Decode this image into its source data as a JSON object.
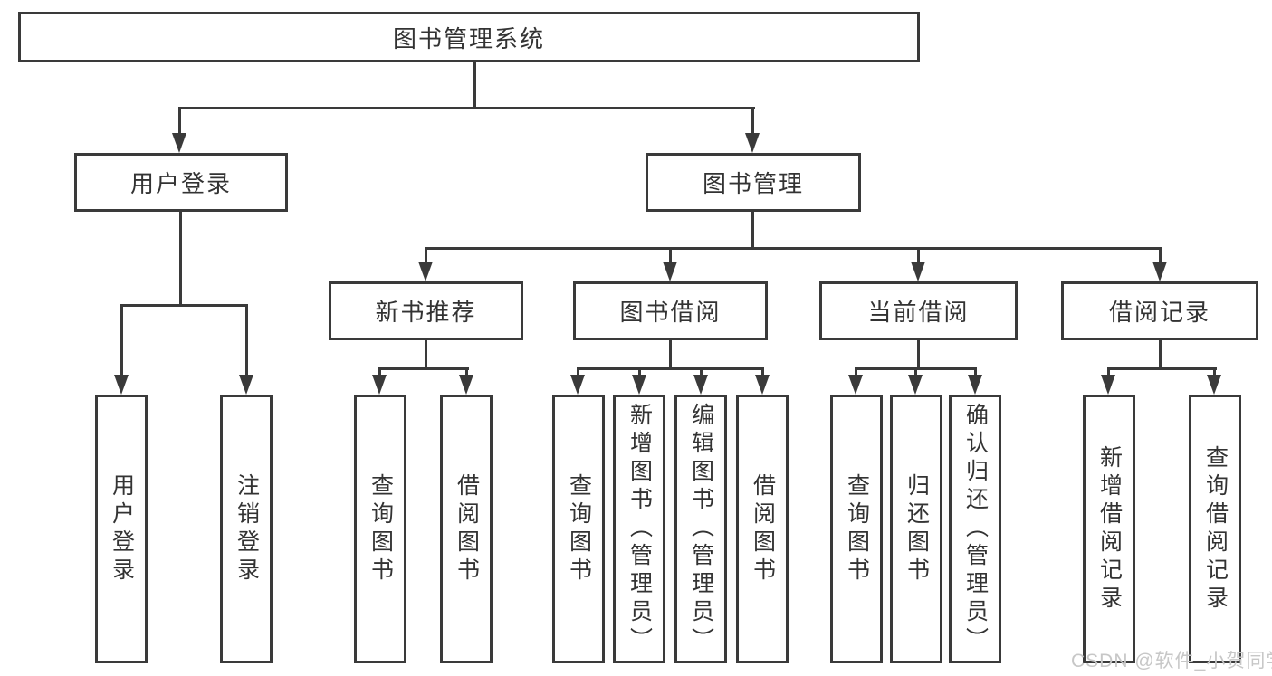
{
  "colors": {
    "line": "#3a3a3a",
    "text": "#333333",
    "watermark": "#c7c7c7",
    "background": "#ffffff"
  },
  "watermark": "CSDN @软件_小贺同学",
  "tree": {
    "label": "图书管理系统",
    "children": [
      {
        "label": "用户登录",
        "children": [
          {
            "label": "用户登录"
          },
          {
            "label": "注销登录"
          }
        ]
      },
      {
        "label": "图书管理",
        "children": [
          {
            "label": "新书推荐",
            "children": [
              {
                "label": "查询图书"
              },
              {
                "label": "借阅图书"
              }
            ]
          },
          {
            "label": "图书借阅",
            "children": [
              {
                "label": "查询图书"
              },
              {
                "label": "新增图书（管理员）"
              },
              {
                "label": "编辑图书（管理员）"
              },
              {
                "label": "借阅图书"
              }
            ]
          },
          {
            "label": "当前借阅",
            "children": [
              {
                "label": "查询图书"
              },
              {
                "label": "归还图书"
              },
              {
                "label": "确认归还（管理员）"
              }
            ]
          },
          {
            "label": "借阅记录",
            "children": [
              {
                "label": "新增借阅记录"
              },
              {
                "label": "查询借阅记录"
              }
            ]
          }
        ]
      }
    ]
  }
}
